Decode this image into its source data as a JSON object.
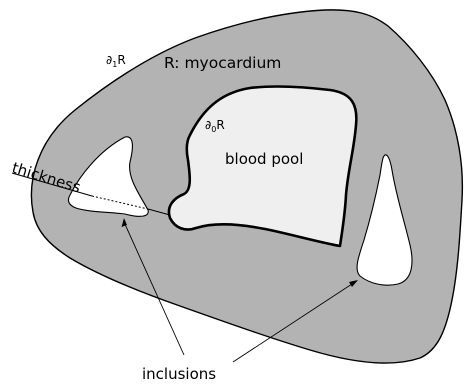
{
  "labels": {
    "region": "R: myocardium",
    "outer_boundary": "∂",
    "outer_boundary_sub": "1",
    "outer_boundary_sym": "R",
    "inner_boundary": "∂",
    "inner_boundary_sub": "0",
    "inner_boundary_sym": "R",
    "blood_pool": "blood pool",
    "thickness": "thickness",
    "inclusions": "inclusions"
  },
  "colors": {
    "myocardium_fill": "#b3b3b3",
    "blood_pool_fill": "#efefef",
    "inclusion_fill": "#ffffff",
    "outline": "#000000"
  }
}
